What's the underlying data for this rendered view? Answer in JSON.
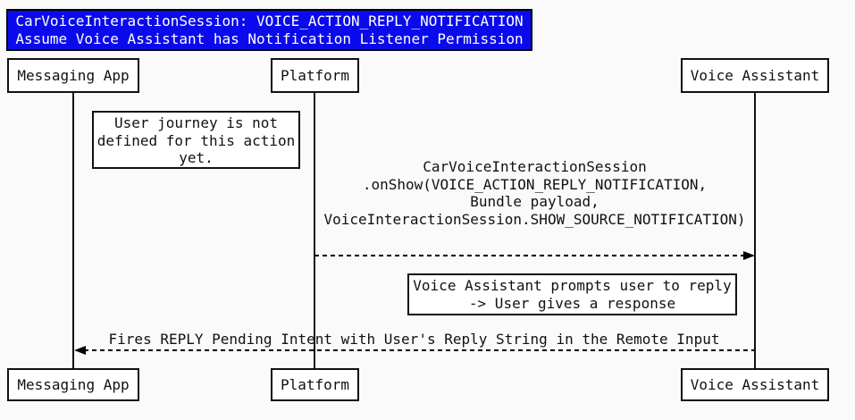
{
  "colors": {
    "title_bg": "#0a0aec",
    "title_text": "#ffffff",
    "box_bg": "#ffffff",
    "line": "#111111",
    "background": "#fafafa"
  },
  "title": {
    "lines": [
      "CarVoiceInteractionSession: VOICE_ACTION_REPLY_NOTIFICATION",
      "Assume Voice Assistant has Notification Listener Permission"
    ]
  },
  "participants": {
    "messaging_app": "Messaging App",
    "platform": "Platform",
    "voice_assistant": "Voice Assistant"
  },
  "notes": {
    "user_journey": {
      "lines": [
        "User journey is not",
        "defined for this action",
        "yet."
      ]
    },
    "prompt_reply": {
      "lines": [
        "Voice Assistant prompts user to reply",
        "-> User gives a response"
      ]
    }
  },
  "messages": {
    "on_show": {
      "from": "Platform",
      "to": "Voice Assistant",
      "direction": "right",
      "style": "dashed",
      "lines": [
        "CarVoiceInteractionSession",
        ".onShow(VOICE_ACTION_REPLY_NOTIFICATION,",
        "Bundle payload,",
        "VoiceInteractionSession.SHOW_SOURCE_NOTIFICATION)"
      ]
    },
    "fires_reply": {
      "from": "Voice Assistant",
      "to": "Messaging App",
      "direction": "left",
      "style": "dashed",
      "lines": [
        "Fires REPLY Pending Intent with User's Reply String in the Remote Input"
      ]
    }
  }
}
